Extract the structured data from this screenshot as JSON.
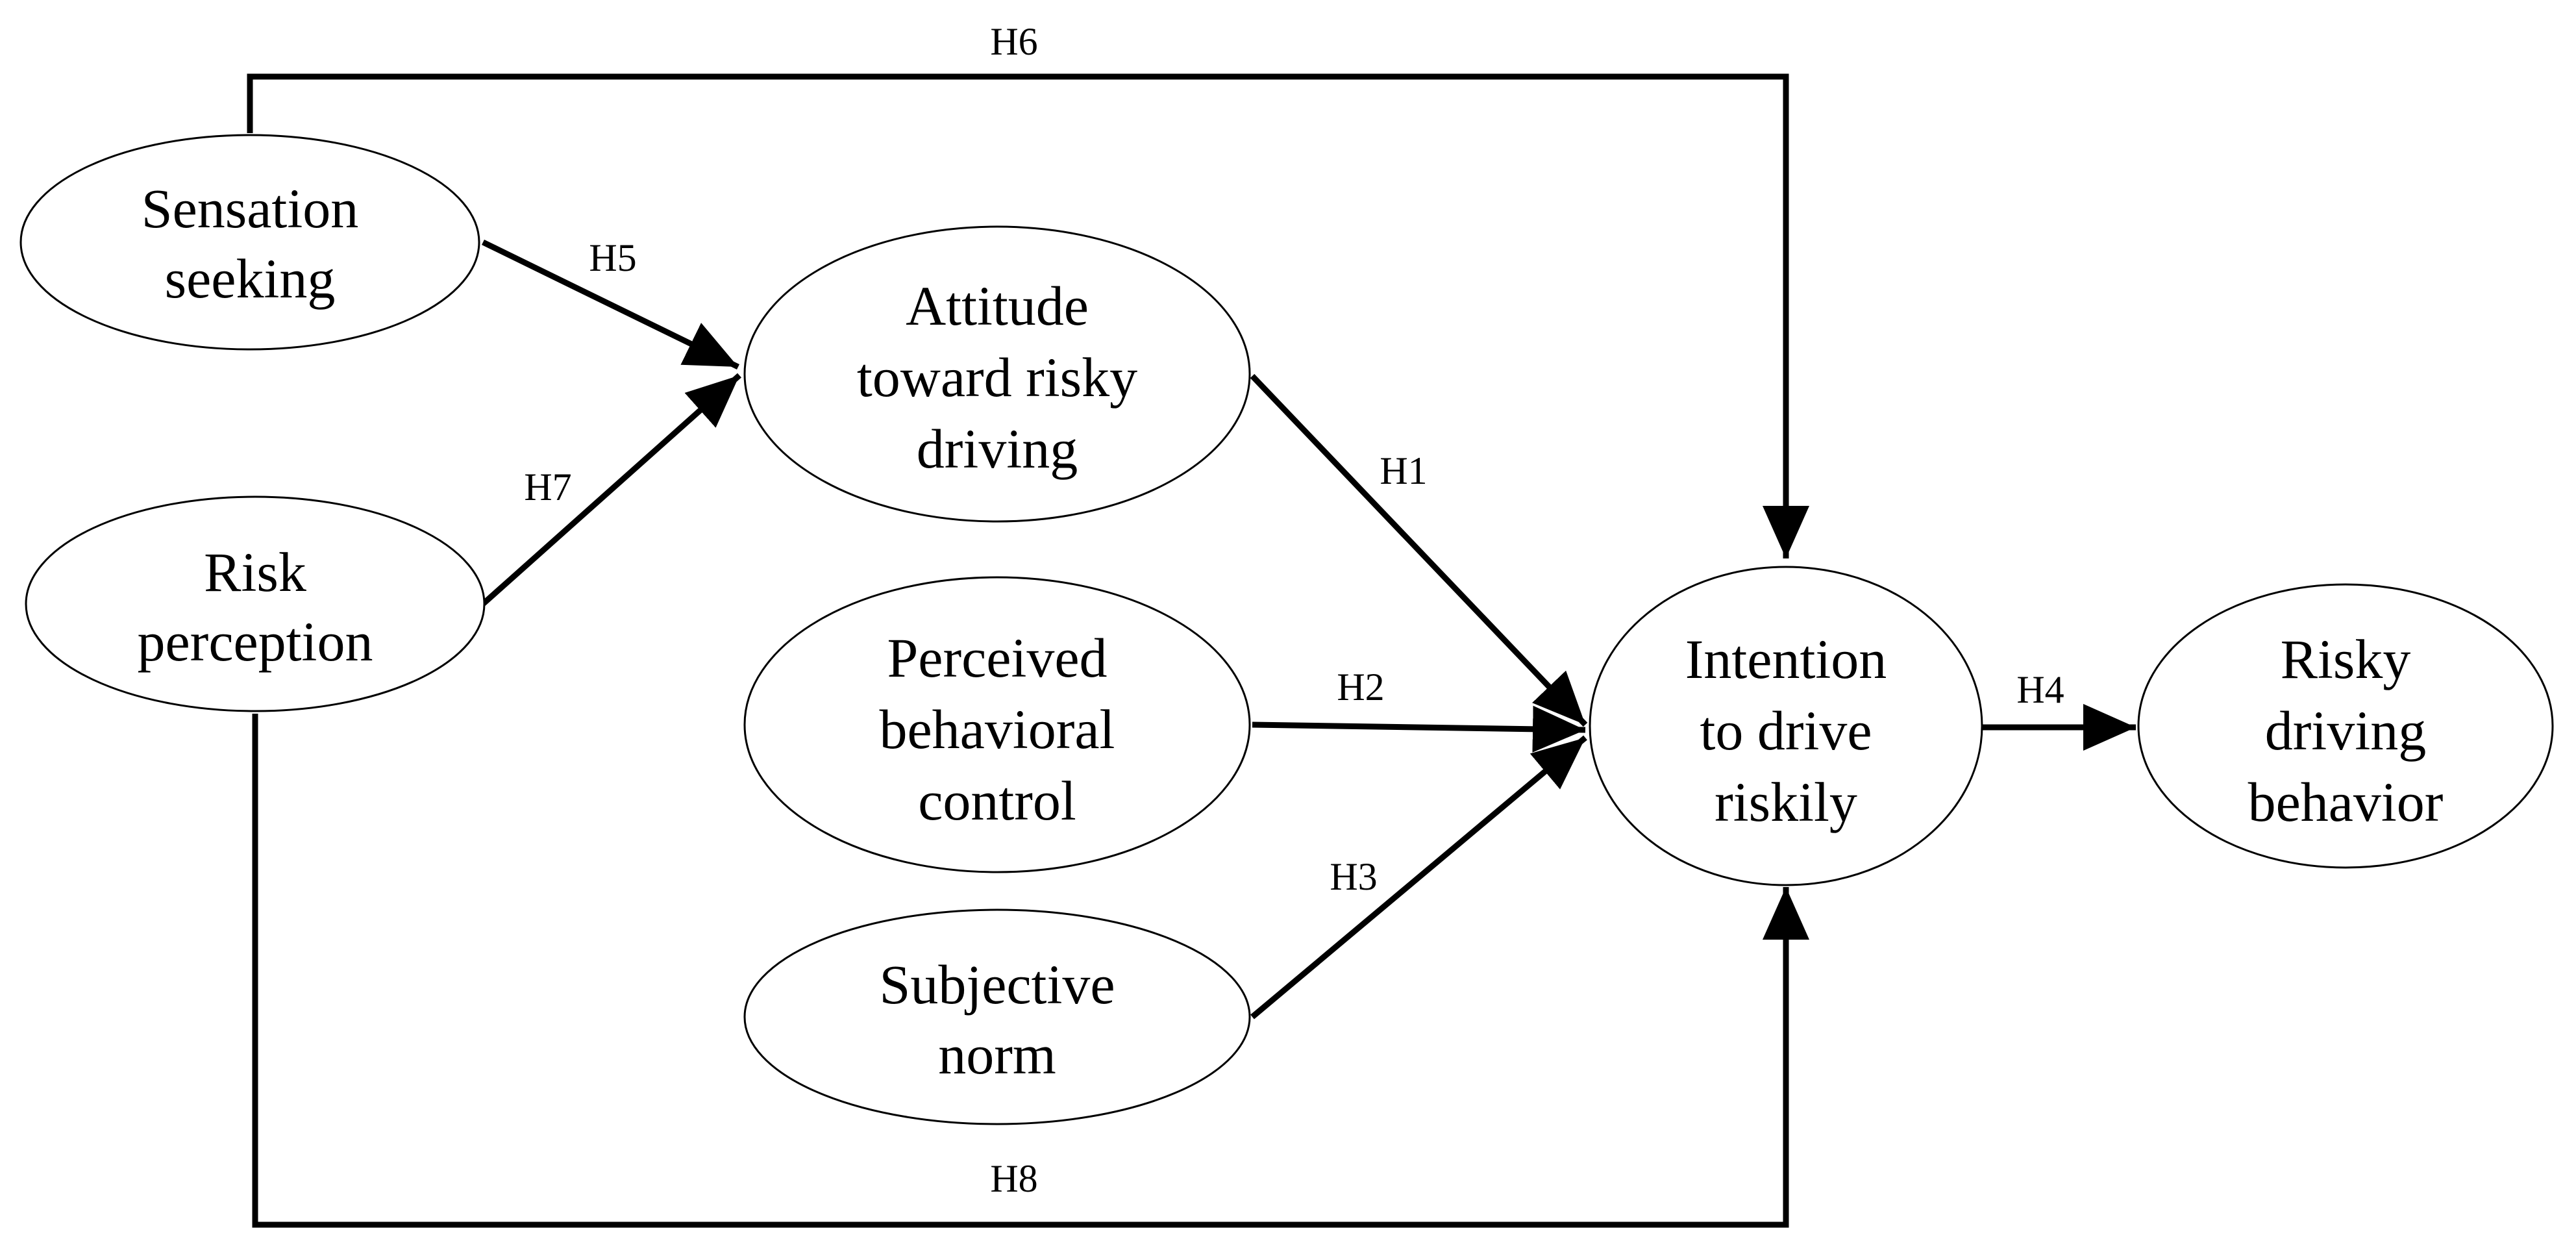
{
  "nodes": {
    "sensation": {
      "lines": [
        "Sensation",
        "seeking"
      ]
    },
    "risk_perception": {
      "lines": [
        "Risk",
        "perception"
      ]
    },
    "attitude": {
      "lines": [
        "Attitude",
        "toward risky",
        "driving"
      ]
    },
    "pbc": {
      "lines": [
        "Perceived",
        "behavioral",
        "control"
      ]
    },
    "norm": {
      "lines": [
        "Subjective",
        "norm"
      ]
    },
    "intention": {
      "lines": [
        "Intention",
        "to drive",
        "riskily"
      ]
    },
    "behavior": {
      "lines": [
        "Risky",
        "driving",
        "behavior"
      ]
    }
  },
  "edges": {
    "h1": {
      "label": "H1",
      "from": "Attitude toward risky driving",
      "to": "Intention to drive riskily"
    },
    "h2": {
      "label": "H2",
      "from": "Perceived behavioral control",
      "to": "Intention to drive riskily"
    },
    "h3": {
      "label": "H3",
      "from": "Subjective norm",
      "to": "Intention to drive riskily"
    },
    "h4": {
      "label": "H4",
      "from": "Intention to drive riskily",
      "to": "Risky driving behavior"
    },
    "h5": {
      "label": "H5",
      "from": "Sensation seeking",
      "to": "Attitude toward risky driving"
    },
    "h6": {
      "label": "H6",
      "from": "Sensation seeking",
      "to": "Intention to drive riskily"
    },
    "h7": {
      "label": "H7",
      "from": "Risk perception",
      "to": "Attitude toward risky driving"
    },
    "h8": {
      "label": "H8",
      "from": "Risk perception",
      "to": "Intention to drive riskily"
    }
  }
}
